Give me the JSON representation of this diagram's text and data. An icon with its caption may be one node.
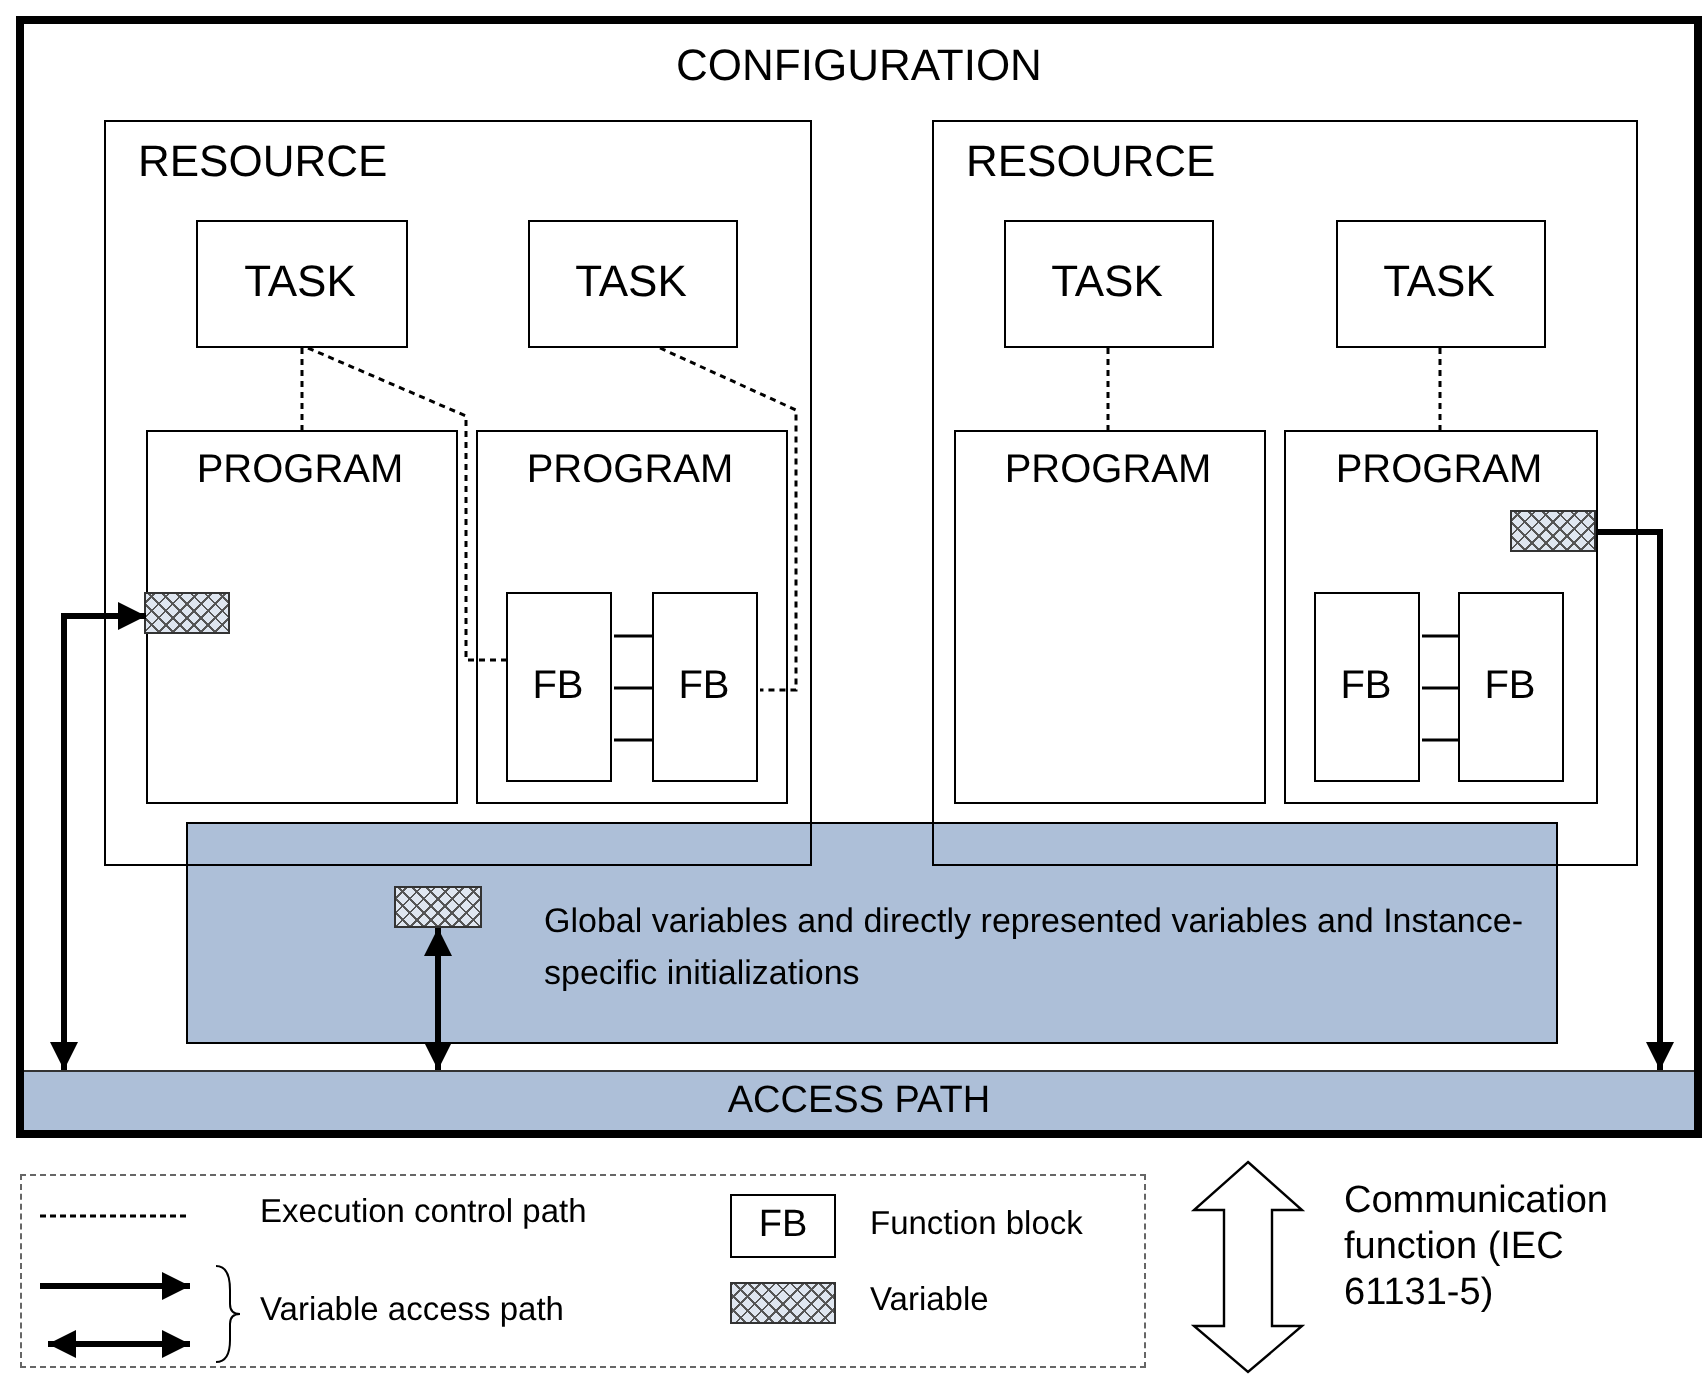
{
  "diagram": {
    "nodes": [
      {
        "text": [
          "CONFIGURATION"
        ]
      },
      {
        "text": [
          "RESOURCE"
        ],
        "in": 0
      },
      {
        "text": [
          "TASK"
        ],
        "in": 1
      },
      {
        "text": [
          "TASK"
        ],
        "in": 1
      },
      {
        "text": [
          "PROGRAM"
        ],
        "in": 1
      },
      {
        "text": [
          "PROGRAM"
        ],
        "in": 1
      },
      {
        "text": [
          "FB"
        ],
        "in": 5
      },
      {
        "text": [
          "FB"
        ],
        "in": 5
      },
      {
        "text": [
          "RESOURCE"
        ],
        "in": 0
      },
      {
        "text": [
          "TASK"
        ],
        "in": 8
      },
      {
        "text": [
          "TASK"
        ],
        "in": 8
      },
      {
        "text": [
          "PROGRAM"
        ],
        "in": 8
      },
      {
        "text": [
          "PROGRAM"
        ],
        "in": 8
      },
      {
        "text": [
          "FB"
        ],
        "in": 12
      },
      {
        "text": [
          "FB"
        ],
        "in": 12
      },
      {
        "text": [],
        "shape": "box",
        "in": 4
      },
      {
        "text": [],
        "shape": "box",
        "in": 12
      },
      {
        "text": [
          "Global variables and directly represented variables and Instance-specific initializations"
        ],
        "in": 0
      },
      {
        "text": [],
        "shape": "box",
        "in": 17
      },
      {
        "text": [
          "ACCESS PATH"
        ],
        "in": 0
      }
    ],
    "edges": [
      {
        "from": 2,
        "to": 4,
        "arrow": "none",
        "style": "dashed"
      },
      {
        "from": 2,
        "to": 6,
        "arrow": "none",
        "style": "dashed"
      },
      {
        "from": 3,
        "to": 7,
        "arrow": "none",
        "style": "dashed"
      },
      {
        "from": 9,
        "to": 11,
        "arrow": "none",
        "style": "dashed"
      },
      {
        "from": 10,
        "to": 12,
        "arrow": "none",
        "style": "dashed"
      },
      {
        "from": 6,
        "to": 7,
        "arrow": "none"
      },
      {
        "from": 6,
        "to": 7,
        "arrow": "none"
      },
      {
        "from": 6,
        "to": 7,
        "arrow": "none"
      },
      {
        "from": 13,
        "to": 14,
        "arrow": "none"
      },
      {
        "from": 13,
        "to": 14,
        "arrow": "none"
      },
      {
        "from": 13,
        "to": 14,
        "arrow": "none"
      },
      {
        "from": 19,
        "to": 15,
        "arrow": "both",
        "style": "thick"
      },
      {
        "from": 16,
        "to": 19,
        "arrow": "to",
        "style": "thick"
      },
      {
        "from": 18,
        "to": 19,
        "arrow": "both",
        "style": "thick"
      }
    ],
    "labels": [
      "FB",
      "Communication function (IEC 61131-5)"
    ],
    "legend": [
      {
        "text": "Execution control path"
      },
      {
        "text": "Function block"
      },
      {
        "text": "Variable access path"
      },
      {
        "text": "Variable"
      }
    ]
  }
}
